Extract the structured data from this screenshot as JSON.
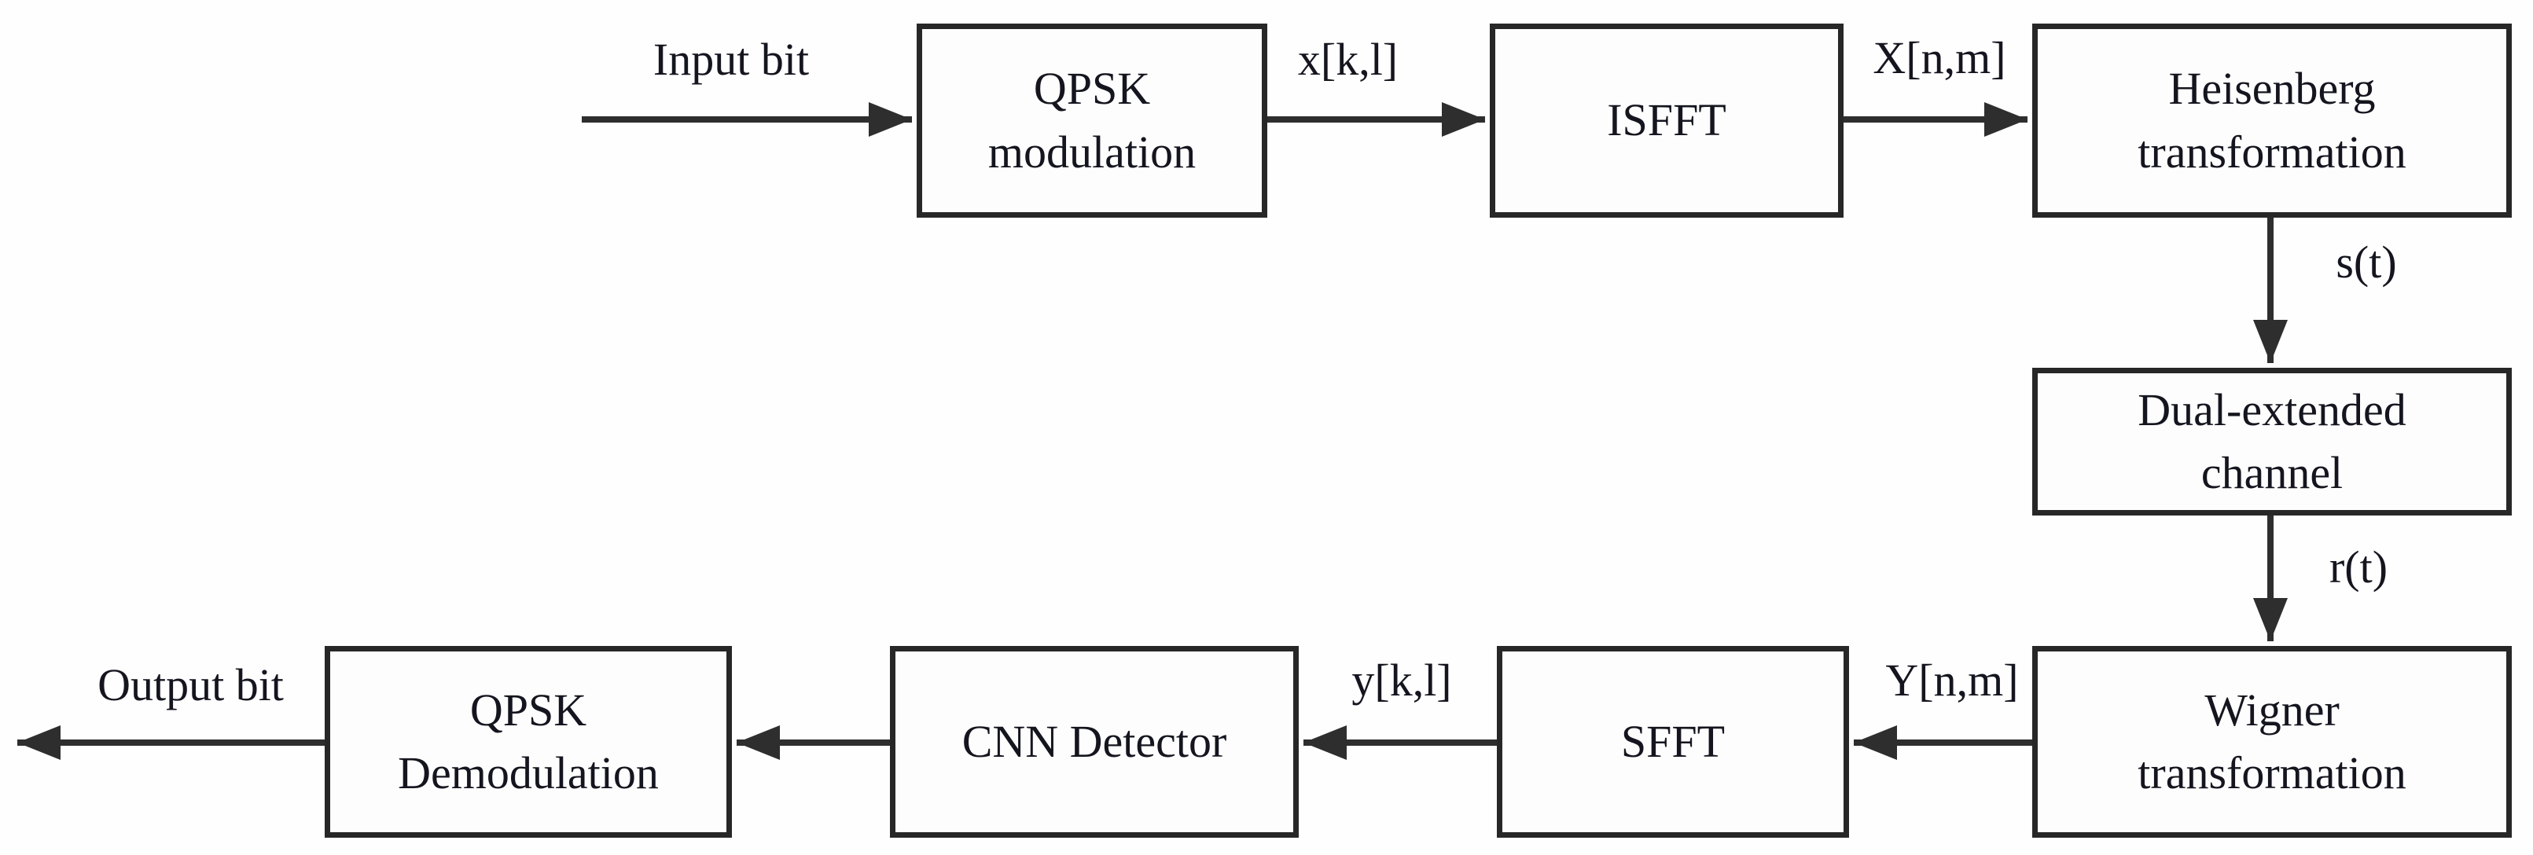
{
  "diagram": {
    "type": "block-flow-diagram",
    "description": "OTFS transceiver chain with CNN detector",
    "colors": {
      "background": "#fefefe",
      "line": "#2e2e2e",
      "block_border": "#272727",
      "text": "#15151f"
    },
    "blocks": [
      {
        "id": "qpsk-modulation",
        "label": "QPSK\nmodulation"
      },
      {
        "id": "isfft",
        "label": "ISFFT"
      },
      {
        "id": "heisenberg-transformation",
        "label": "Heisenberg\ntransformation"
      },
      {
        "id": "dual-extended-channel",
        "label": "Dual-extended\nchannel"
      },
      {
        "id": "wigner-transformation",
        "label": "Wigner\ntransformation"
      },
      {
        "id": "sfft",
        "label": "SFFT"
      },
      {
        "id": "cnn-detector",
        "label": "CNN Detector"
      },
      {
        "id": "qpsk-demodulation",
        "label": "QPSK\nDemodulation"
      }
    ],
    "signal_labels": [
      {
        "id": "input-bit",
        "text": "Input bit"
      },
      {
        "id": "x-kl",
        "text": "x[k,l]"
      },
      {
        "id": "X-nm",
        "text": "X[n,m]"
      },
      {
        "id": "s-t",
        "text": "s(t)"
      },
      {
        "id": "r-t",
        "text": "r(t)"
      },
      {
        "id": "Y-nm",
        "text": "Y[n,m]"
      },
      {
        "id": "y-kl",
        "text": "y[k,l]"
      },
      {
        "id": "output-bit",
        "text": "Output bit"
      }
    ],
    "edges": [
      {
        "from": "source",
        "to": "qpsk-modulation",
        "label": "Input bit"
      },
      {
        "from": "qpsk-modulation",
        "to": "isfft",
        "label": "x[k,l]"
      },
      {
        "from": "isfft",
        "to": "heisenberg-transformation",
        "label": "X[n,m]"
      },
      {
        "from": "heisenberg-transformation",
        "to": "dual-extended-channel",
        "label": "s(t)"
      },
      {
        "from": "dual-extended-channel",
        "to": "wigner-transformation",
        "label": "r(t)"
      },
      {
        "from": "wigner-transformation",
        "to": "sfft",
        "label": "Y[n,m]"
      },
      {
        "from": "sfft",
        "to": "cnn-detector",
        "label": "y[k,l]"
      },
      {
        "from": "cnn-detector",
        "to": "qpsk-demodulation",
        "label": ""
      },
      {
        "from": "qpsk-demodulation",
        "to": "sink",
        "label": "Output bit"
      }
    ]
  }
}
